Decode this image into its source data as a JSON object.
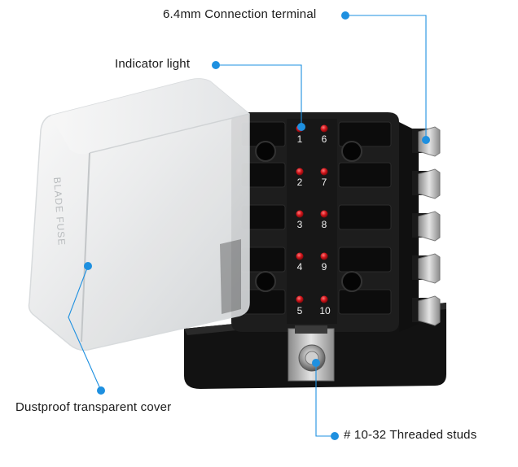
{
  "callouts": {
    "terminal": "6.4mm Connection terminal",
    "indicator": "Indicator light",
    "cover": "Dustproof transparent cover",
    "studs": "# 10-32 Threaded studs"
  },
  "fuse_numbers": {
    "left_column": [
      "1",
      "2",
      "3",
      "4",
      "5"
    ],
    "right_column": [
      "6",
      "7",
      "8",
      "9",
      "10"
    ]
  },
  "cover_imprint": "BLADE FUSE",
  "colors": {
    "callout_dot": "#1e90e0",
    "callout_line": "#1e90e0",
    "fuse_block": "#1c1c1c",
    "base_plate": "#141414",
    "indicator_led": "#d0141a",
    "terminal_metal": "#c8c8c8",
    "cover": "#f1f3f4"
  }
}
